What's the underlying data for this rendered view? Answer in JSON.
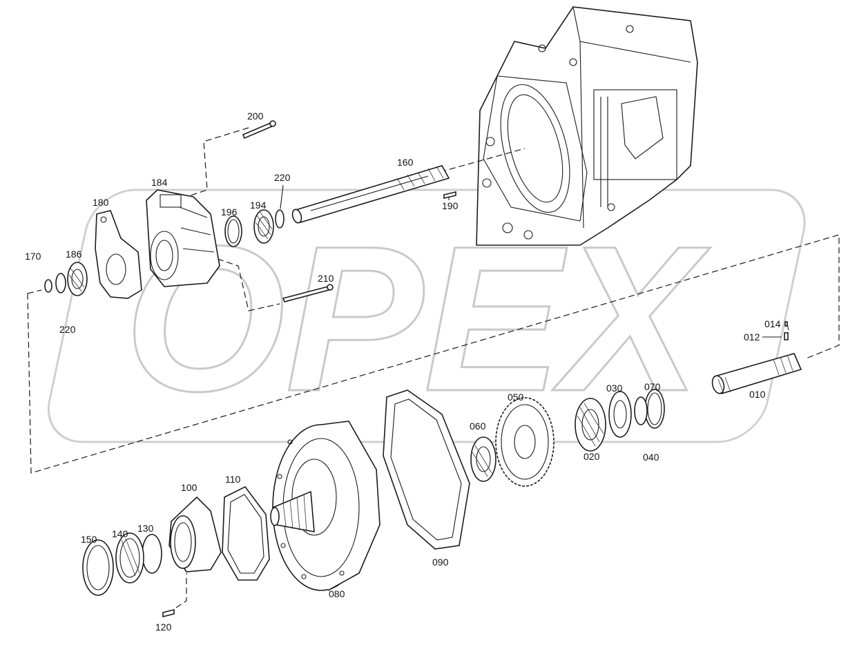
{
  "watermark": "OPEX",
  "parts": [
    {
      "id": "p200",
      "label": "200"
    },
    {
      "id": "p184",
      "label": "184"
    },
    {
      "id": "p180",
      "label": "180"
    },
    {
      "id": "p160",
      "label": "160"
    },
    {
      "id": "p220a",
      "label": "220"
    },
    {
      "id": "p196",
      "label": "196"
    },
    {
      "id": "p194",
      "label": "194"
    },
    {
      "id": "p190",
      "label": "190"
    },
    {
      "id": "p170",
      "label": "170"
    },
    {
      "id": "p186",
      "label": "186"
    },
    {
      "id": "p220b",
      "label": "220"
    },
    {
      "id": "p210",
      "label": "210"
    },
    {
      "id": "p014",
      "label": "014"
    },
    {
      "id": "p012",
      "label": "012"
    },
    {
      "id": "p010",
      "label": "010"
    },
    {
      "id": "p030",
      "label": "030"
    },
    {
      "id": "p070",
      "label": "070"
    },
    {
      "id": "p050",
      "label": "050"
    },
    {
      "id": "p060",
      "label": "060"
    },
    {
      "id": "p020",
      "label": "020"
    },
    {
      "id": "p040",
      "label": "040"
    },
    {
      "id": "p100",
      "label": "100"
    },
    {
      "id": "p110",
      "label": "110"
    },
    {
      "id": "p150",
      "label": "150"
    },
    {
      "id": "p140",
      "label": "140"
    },
    {
      "id": "p130",
      "label": "130"
    },
    {
      "id": "p090",
      "label": "090"
    },
    {
      "id": "p080",
      "label": "080"
    },
    {
      "id": "p120",
      "label": "120"
    }
  ]
}
